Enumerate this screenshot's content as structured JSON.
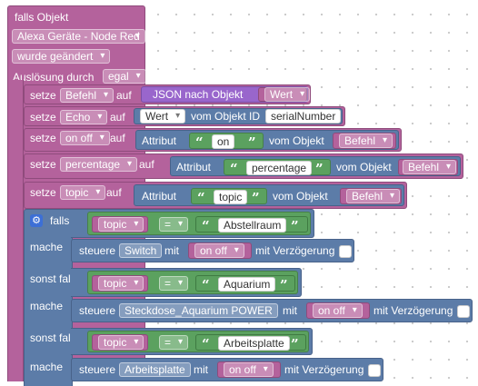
{
  "event": {
    "header": "falls Objekt",
    "object": "Alexa Geräte - Node Red",
    "changed": "wurde geändert",
    "trigger_label": "Auslösung durch",
    "trigger_value": "egal"
  },
  "set_befehl": {
    "label": "setze",
    "var": "Befehl",
    "to": "auf",
    "func": "JSON nach Objekt",
    "value": "Wert"
  },
  "set_echo": {
    "label": "setze",
    "var": "Echo",
    "to": "auf",
    "value": "Wert",
    "from": "vom Objekt ID",
    "field": "serialNumber"
  },
  "set_onoff": {
    "label": "setze",
    "var": "on off",
    "to": "auf",
    "attr": "Attribut",
    "text": "on",
    "of": "vom Objekt",
    "obj": "Befehl"
  },
  "set_percentage": {
    "label": "setze",
    "var": "percentage",
    "to": "auf",
    "attr": "Attribut",
    "text": "percentage",
    "of": "vom Objekt",
    "obj": "Befehl"
  },
  "set_topic": {
    "label": "setze",
    "var": "topic",
    "to": "auf",
    "attr": "Attribut",
    "text": "topic",
    "of": "vom Objekt",
    "obj": "Befehl"
  },
  "if_block": {
    "if_label": "falls",
    "do_label": "mache",
    "elseif_label": "sonst falls",
    "branches": [
      {
        "var": "topic",
        "op": "=",
        "text": "Abstellraum",
        "control": "steuere",
        "device": "Switch",
        "with": "mit",
        "val": "on off",
        "delay": "mit Verzögerung"
      },
      {
        "var": "topic",
        "op": "=",
        "text": "Aquarium",
        "control": "steuere",
        "device": "Steckdose_Aquarium POWER",
        "with": "mit",
        "val": "on off",
        "delay": "mit Verzögerung"
      },
      {
        "var": "topic",
        "op": "=",
        "text": "Arbeitsplatte",
        "control": "steuere",
        "device": "Arbeitsplatte",
        "with": "mit",
        "val": "on off",
        "delay": "mit Verzögerung"
      }
    ]
  },
  "icons": {
    "gear": "gear-icon",
    "dropdown": "chevron-down-icon",
    "quote": "quote-icon",
    "checkbox": "checkbox-icon"
  },
  "colors": {
    "event": "#b4629c",
    "action": "#5c7ca8",
    "text": "#5ba15f",
    "func": "#9966cc",
    "gear": "#3c6fd6"
  }
}
